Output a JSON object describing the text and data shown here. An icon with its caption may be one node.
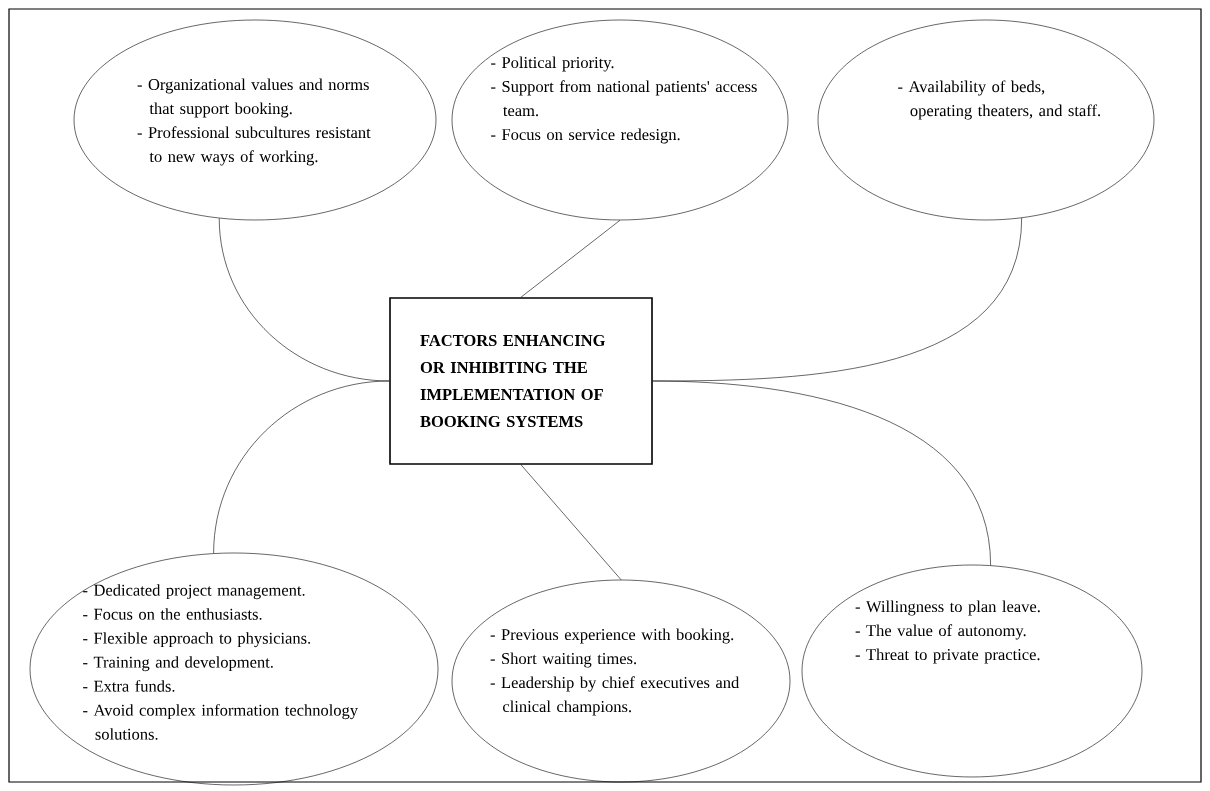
{
  "diagram": {
    "nodes": [
      {
        "text": [
          "- Organizational values and norms that support booking.",
          "- Professional subcultures resistant to new ways of working."
        ]
      },
      {
        "text": [
          "- Political priority.",
          "- Support from national patients' access team.",
          "- Focus on service redesign."
        ]
      },
      {
        "text": [
          "- Availability of beds, operating theaters, and staff."
        ]
      },
      {
        "text": [
          "FACTORS ENHANCING OR INHIBITING THE IMPLEMENTATION OF BOOKING SYSTEMS"
        ]
      },
      {
        "text": [
          "- Dedicated project management.",
          "- Focus on the enthusiasts.",
          "- Flexible approach to physicians.",
          "- Training and development.",
          "- Extra funds.",
          "- Avoid complex information technology solutions."
        ]
      },
      {
        "text": [
          "- Previous experience with booking.",
          "- Short waiting times.",
          "- Leadership by chief executives and clinical champions."
        ]
      },
      {
        "text": [
          "- Willingness to plan leave.",
          "- The value of autonomy.",
          "- Threat to private practice."
        ]
      }
    ],
    "edges": [
      {
        "from": 0,
        "to": 3,
        "arrow": "none"
      },
      {
        "from": 1,
        "to": 3,
        "arrow": "none"
      },
      {
        "from": 2,
        "to": 3,
        "arrow": "none"
      },
      {
        "from": 4,
        "to": 3,
        "arrow": "none"
      },
      {
        "from": 5,
        "to": 3,
        "arrow": "none"
      },
      {
        "from": 6,
        "to": 3,
        "arrow": "none"
      }
    ]
  }
}
